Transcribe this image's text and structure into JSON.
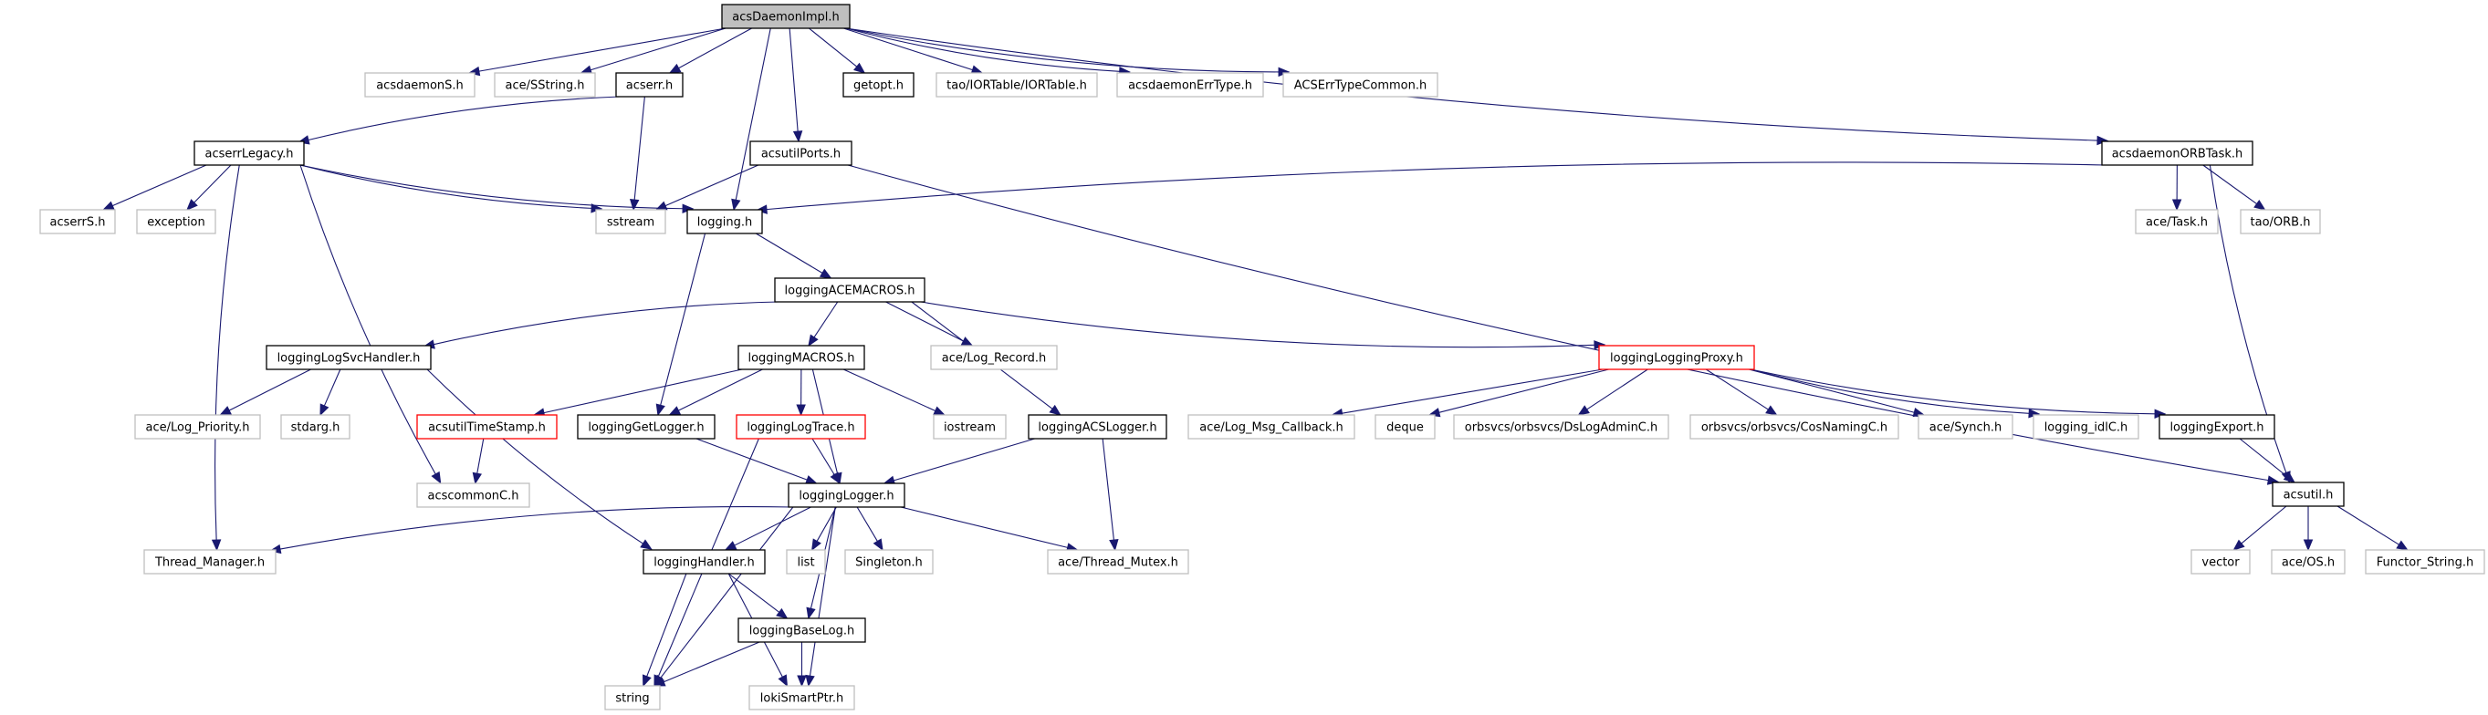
{
  "title": "acsDaemonImpl.h include dependency graph",
  "colors": {
    "edge": "#191970",
    "root_fill": "#bfbfbf",
    "documented_border": "#000000",
    "undocumented_border": "#ff0000",
    "external_border": "#bfbfbf"
  },
  "nodes": [
    {
      "id": "acsDaemonImpl",
      "label": "acsDaemonImpl.h",
      "kind": "root"
    },
    {
      "id": "acsdaemonS",
      "label": "acsdaemonS.h",
      "kind": "leaf"
    },
    {
      "id": "aceSString",
      "label": "ace/SString.h",
      "kind": "leaf"
    },
    {
      "id": "acserr",
      "label": "acserr.h",
      "kind": "doc"
    },
    {
      "id": "getopt",
      "label": "getopt.h",
      "kind": "doc"
    },
    {
      "id": "IORTable",
      "label": "tao/IORTable/IORTable.h",
      "kind": "leaf"
    },
    {
      "id": "acsdaemonErrType",
      "label": "acsdaemonErrType.h",
      "kind": "leaf"
    },
    {
      "id": "ACSErrTypeCommon",
      "label": "ACSErrTypeCommon.h",
      "kind": "leaf"
    },
    {
      "id": "acserrLegacy",
      "label": "acserrLegacy.h",
      "kind": "doc"
    },
    {
      "id": "acsutilPorts",
      "label": "acsutilPorts.h",
      "kind": "doc"
    },
    {
      "id": "acsdaemonORBTask",
      "label": "acsdaemonORBTask.h",
      "kind": "doc"
    },
    {
      "id": "acserrS",
      "label": "acserrS.h",
      "kind": "leaf"
    },
    {
      "id": "exception",
      "label": "exception",
      "kind": "leaf"
    },
    {
      "id": "sstream",
      "label": "sstream",
      "kind": "leaf"
    },
    {
      "id": "logging",
      "label": "logging.h",
      "kind": "doc"
    },
    {
      "id": "aceTask",
      "label": "ace/Task.h",
      "kind": "leaf"
    },
    {
      "id": "taoORB",
      "label": "tao/ORB.h",
      "kind": "leaf"
    },
    {
      "id": "loggingACEMACROS",
      "label": "loggingACEMACROS.h",
      "kind": "doc"
    },
    {
      "id": "loggingLogSvcHandler",
      "label": "loggingLogSvcHandler.h",
      "kind": "doc"
    },
    {
      "id": "loggingMACROS",
      "label": "loggingMACROS.h",
      "kind": "doc"
    },
    {
      "id": "aceLogRecord",
      "label": "ace/Log_Record.h",
      "kind": "leaf"
    },
    {
      "id": "loggingLoggingProxy",
      "label": "loggingLoggingProxy.h",
      "kind": "undoc"
    },
    {
      "id": "aceLogPriority",
      "label": "ace/Log_Priority.h",
      "kind": "leaf"
    },
    {
      "id": "stdarg",
      "label": "stdarg.h",
      "kind": "leaf"
    },
    {
      "id": "acsutilTimeStamp",
      "label": "acsutilTimeStamp.h",
      "kind": "undoc"
    },
    {
      "id": "loggingGetLogger",
      "label": "loggingGetLogger.h",
      "kind": "doc"
    },
    {
      "id": "loggingLogTrace",
      "label": "loggingLogTrace.h",
      "kind": "undoc"
    },
    {
      "id": "iostream",
      "label": "iostream",
      "kind": "leaf"
    },
    {
      "id": "loggingACSLogger",
      "label": "loggingACSLogger.h",
      "kind": "doc"
    },
    {
      "id": "aceLogMsgCallback",
      "label": "ace/Log_Msg_Callback.h",
      "kind": "leaf"
    },
    {
      "id": "deque",
      "label": "deque",
      "kind": "leaf"
    },
    {
      "id": "DsLogAdminC",
      "label": "orbsvcs/orbsvcs/DsLogAdminC.h",
      "kind": "leaf"
    },
    {
      "id": "CosNamingC",
      "label": "orbsvcs/orbsvcs/CosNamingC.h",
      "kind": "leaf"
    },
    {
      "id": "aceSynch",
      "label": "ace/Synch.h",
      "kind": "leaf"
    },
    {
      "id": "logging_idlC",
      "label": "logging_idlC.h",
      "kind": "leaf"
    },
    {
      "id": "loggingExport",
      "label": "loggingExport.h",
      "kind": "doc"
    },
    {
      "id": "acscommonC",
      "label": "acscommonC.h",
      "kind": "leaf"
    },
    {
      "id": "loggingLogger",
      "label": "loggingLogger.h",
      "kind": "doc"
    },
    {
      "id": "acsutil",
      "label": "acsutil.h",
      "kind": "doc"
    },
    {
      "id": "ThreadManager",
      "label": "Thread_Manager.h",
      "kind": "leaf"
    },
    {
      "id": "loggingHandler",
      "label": "loggingHandler.h",
      "kind": "doc"
    },
    {
      "id": "list",
      "label": "list",
      "kind": "leaf"
    },
    {
      "id": "Singleton",
      "label": "Singleton.h",
      "kind": "leaf"
    },
    {
      "id": "aceThreadMutex",
      "label": "ace/Thread_Mutex.h",
      "kind": "leaf"
    },
    {
      "id": "vector",
      "label": "vector",
      "kind": "leaf"
    },
    {
      "id": "aceOS",
      "label": "ace/OS.h",
      "kind": "leaf"
    },
    {
      "id": "FunctorString",
      "label": "Functor_String.h",
      "kind": "leaf"
    },
    {
      "id": "loggingBaseLog",
      "label": "loggingBaseLog.h",
      "kind": "doc"
    },
    {
      "id": "string",
      "label": "string",
      "kind": "leaf"
    },
    {
      "id": "lokiSmartPtr",
      "label": "lokiSmartPtr.h",
      "kind": "leaf"
    }
  ],
  "edges": [
    [
      "acsDaemonImpl",
      "acsdaemonS"
    ],
    [
      "acsDaemonImpl",
      "aceSString"
    ],
    [
      "acsDaemonImpl",
      "acserr"
    ],
    [
      "acsDaemonImpl",
      "logging"
    ],
    [
      "acsDaemonImpl",
      "acsutilPorts"
    ],
    [
      "acsDaemonImpl",
      "getopt"
    ],
    [
      "acsDaemonImpl",
      "IORTable"
    ],
    [
      "acsDaemonImpl",
      "acsdaemonErrType"
    ],
    [
      "acsDaemonImpl",
      "ACSErrTypeCommon"
    ],
    [
      "acsDaemonImpl",
      "acsdaemonORBTask"
    ],
    [
      "acserr",
      "acserrLegacy"
    ],
    [
      "acserr",
      "sstream"
    ],
    [
      "acserrLegacy",
      "acserrS"
    ],
    [
      "acserrLegacy",
      "exception"
    ],
    [
      "acserrLegacy",
      "sstream"
    ],
    [
      "acserrLegacy",
      "logging"
    ],
    [
      "acserrLegacy",
      "acscommonC"
    ],
    [
      "acserrLegacy",
      "ThreadManager"
    ],
    [
      "acsutilPorts",
      "sstream"
    ],
    [
      "acsutilPorts",
      "acsutil"
    ],
    [
      "acsdaemonORBTask",
      "logging"
    ],
    [
      "acsdaemonORBTask",
      "aceTask"
    ],
    [
      "acsdaemonORBTask",
      "taoORB"
    ],
    [
      "acsdaemonORBTask",
      "acsutil"
    ],
    [
      "logging",
      "loggingACEMACROS"
    ],
    [
      "logging",
      "loggingGetLogger"
    ],
    [
      "loggingACEMACROS",
      "loggingLogSvcHandler"
    ],
    [
      "loggingACEMACROS",
      "loggingMACROS"
    ],
    [
      "loggingACEMACROS",
      "aceLogRecord"
    ],
    [
      "loggingACEMACROS",
      "loggingACSLogger"
    ],
    [
      "loggingACEMACROS",
      "loggingLoggingProxy"
    ],
    [
      "loggingLogSvcHandler",
      "aceLogPriority"
    ],
    [
      "loggingLogSvcHandler",
      "stdarg"
    ],
    [
      "loggingLogSvcHandler",
      "loggingHandler"
    ],
    [
      "loggingMACROS",
      "acsutilTimeStamp"
    ],
    [
      "loggingMACROS",
      "loggingGetLogger"
    ],
    [
      "loggingMACROS",
      "loggingLogTrace"
    ],
    [
      "loggingMACROS",
      "iostream"
    ],
    [
      "loggingMACROS",
      "loggingLogger"
    ],
    [
      "acsutilTimeStamp",
      "acscommonC"
    ],
    [
      "loggingGetLogger",
      "loggingLogger"
    ],
    [
      "loggingLogTrace",
      "loggingLogger"
    ],
    [
      "loggingLogTrace",
      "string"
    ],
    [
      "loggingACSLogger",
      "loggingLogger"
    ],
    [
      "loggingACSLogger",
      "aceThreadMutex"
    ],
    [
      "loggingLoggingProxy",
      "aceLogMsgCallback"
    ],
    [
      "loggingLoggingProxy",
      "deque"
    ],
    [
      "loggingLoggingProxy",
      "DsLogAdminC"
    ],
    [
      "loggingLoggingProxy",
      "CosNamingC"
    ],
    [
      "loggingLoggingProxy",
      "aceSynch"
    ],
    [
      "loggingLoggingProxy",
      "logging_idlC"
    ],
    [
      "loggingLoggingProxy",
      "loggingExport"
    ],
    [
      "loggingExport",
      "acsutil"
    ],
    [
      "loggingLogger",
      "ThreadManager"
    ],
    [
      "loggingLogger",
      "loggingHandler"
    ],
    [
      "loggingLogger",
      "list"
    ],
    [
      "loggingLogger",
      "Singleton"
    ],
    [
      "loggingLogger",
      "aceThreadMutex"
    ],
    [
      "loggingLogger",
      "loggingBaseLog"
    ],
    [
      "loggingLogger",
      "string"
    ],
    [
      "loggingLogger",
      "lokiSmartPtr"
    ],
    [
      "loggingHandler",
      "loggingBaseLog"
    ],
    [
      "loggingHandler",
      "string"
    ],
    [
      "loggingHandler",
      "lokiSmartPtr"
    ],
    [
      "loggingBaseLog",
      "string"
    ],
    [
      "loggingBaseLog",
      "lokiSmartPtr"
    ],
    [
      "acsutil",
      "vector"
    ],
    [
      "acsutil",
      "aceOS"
    ],
    [
      "acsutil",
      "FunctorString"
    ]
  ]
}
